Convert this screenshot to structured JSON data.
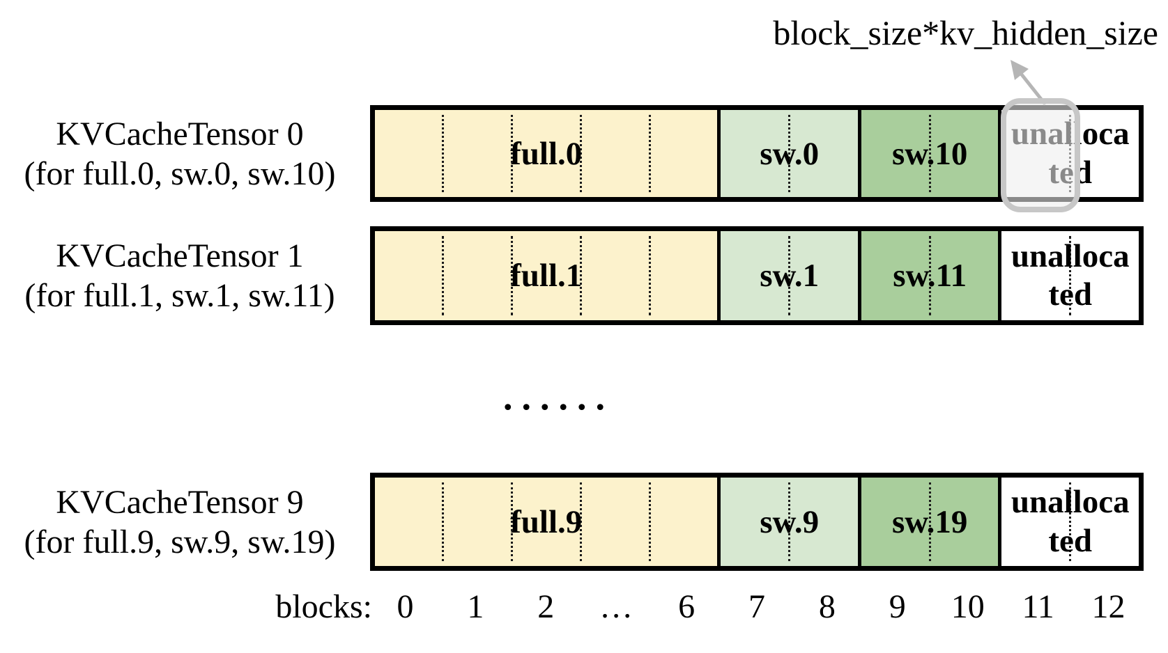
{
  "annotation": {
    "label": "block_size*kv_hidden_size"
  },
  "tensors": [
    {
      "name": "KVCacheTensor 0",
      "note": "(for full.0, sw.0, sw.10)",
      "segments": [
        {
          "label": "full.0"
        },
        {
          "label": "sw.0"
        },
        {
          "label": "sw.10"
        },
        {
          "label": "unallocated"
        }
      ]
    },
    {
      "name": "KVCacheTensor 1",
      "note": "(for full.1, sw.1, sw.11)",
      "segments": [
        {
          "label": "full.1"
        },
        {
          "label": "sw.1"
        },
        {
          "label": "sw.11"
        },
        {
          "label": "unallocated"
        }
      ]
    },
    {
      "name": "KVCacheTensor 9",
      "note": "(for full.9, sw.9, sw.19)",
      "segments": [
        {
          "label": "full.9"
        },
        {
          "label": "sw.9"
        },
        {
          "label": "sw.19"
        },
        {
          "label": "unallocated"
        }
      ]
    }
  ],
  "ellipsis": "......",
  "axis": {
    "label": "blocks:",
    "ticks": [
      "0",
      "1",
      "2",
      "…",
      "6",
      "7",
      "8",
      "9",
      "10",
      "11",
      "12"
    ]
  },
  "colors": {
    "full_segment": "#FCF2CC",
    "sw_light_segment": "#D7E8D1",
    "sw_dark_segment": "#A9CE9C",
    "unallocated_segment": "#FFFFFF",
    "bar_border": "#000000",
    "highlight_border": "#C7C7C7",
    "highlight_fill": "#EDEDED",
    "arrow": "#B5B5B5"
  }
}
